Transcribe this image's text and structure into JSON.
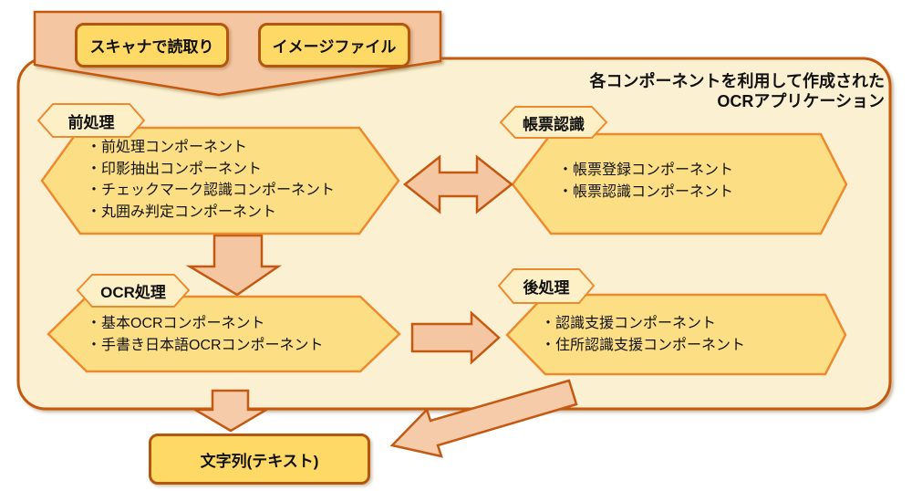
{
  "banner": {
    "boxes": [
      {
        "label": "スキャナで読取り"
      },
      {
        "label": "イメージファイル"
      }
    ]
  },
  "caption": {
    "line1": "各コンポーネントを利用して作成された",
    "line2": "OCRアプリケーション"
  },
  "groups": [
    {
      "label": "前処理",
      "items": [
        "・前処理コンポーネント",
        "・印影抽出コンポーネント",
        "・チェックマーク認識コンポーネント",
        "・丸囲み判定コンポーネント"
      ]
    },
    {
      "label": "帳票認識",
      "items": [
        "・帳票登録コンポーネント",
        "・帳票認識コンポーネント"
      ]
    },
    {
      "label": "OCR処理",
      "items": [
        "・基本OCRコンポーネント",
        "・手書き日本語OCRコンポーネント"
      ]
    },
    {
      "label": "後処理",
      "items": [
        "・認識支援コンポーネント",
        "・住所認識支援コンポーネント"
      ]
    }
  ],
  "output_box": {
    "label": "文字列(テキスト)"
  },
  "colors": {
    "container_fill": "#FBF1D2",
    "container_border": "#C45911",
    "hexagon_fill": "#FCDF85",
    "hexagon_border": "#EE8A2E",
    "label_fill": "#FDEFC6",
    "label_border": "#EE8A2E",
    "banner_fill": "#F4C6A2",
    "arrow_fill": "#F4C6A2",
    "arrow_border": "#C45911",
    "gold_box_fill": "#FFD966",
    "gold_box_border": "#B4560E",
    "text": "#111111"
  }
}
